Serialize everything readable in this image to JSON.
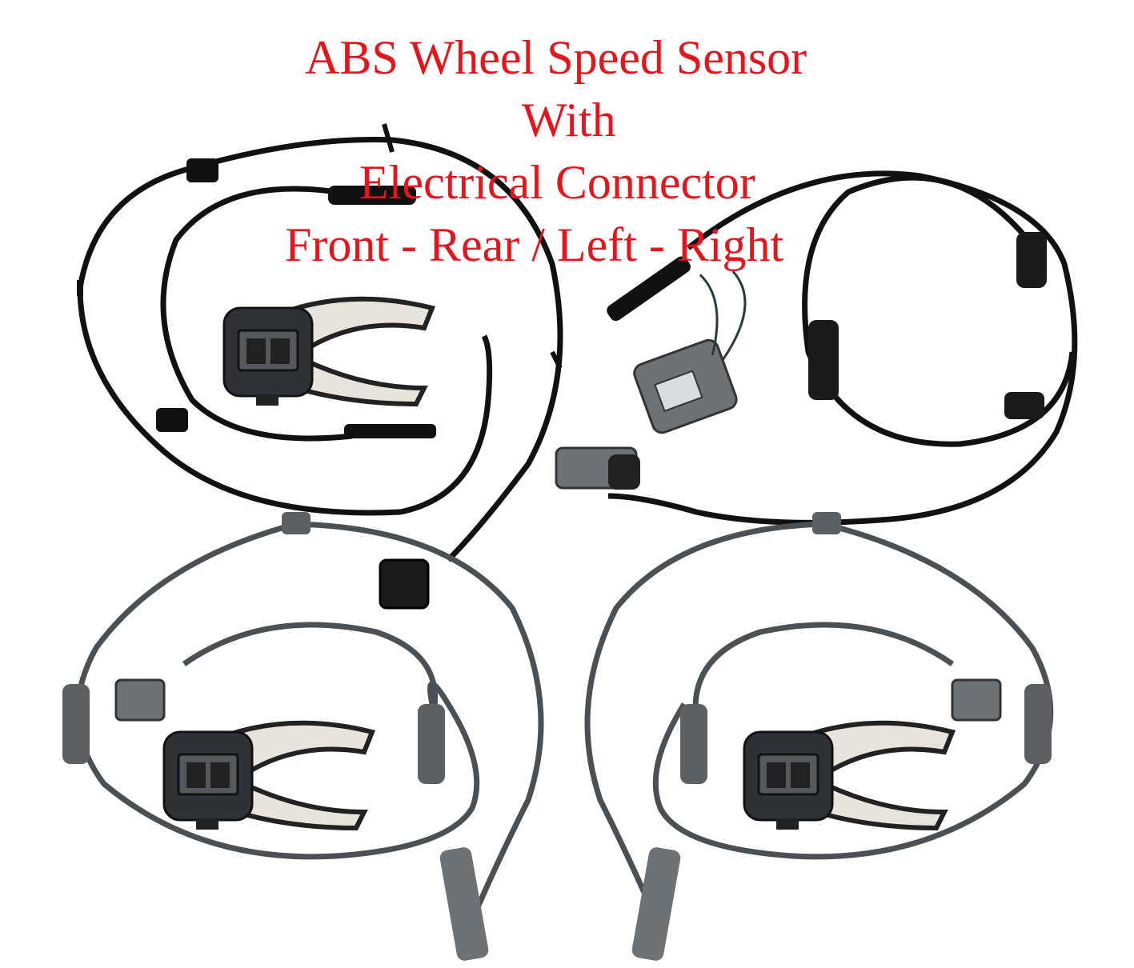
{
  "title": {
    "line1": "ABS Wheel Speed Sensor",
    "line2": "With",
    "line3": "Electrical Connector",
    "line4": "Front - Rear / Left - Right"
  },
  "colors": {
    "title": "#e8141b",
    "black_cable": "#111111",
    "gray_cable": "#4a5054",
    "connector_gray": "#6d7276"
  }
}
